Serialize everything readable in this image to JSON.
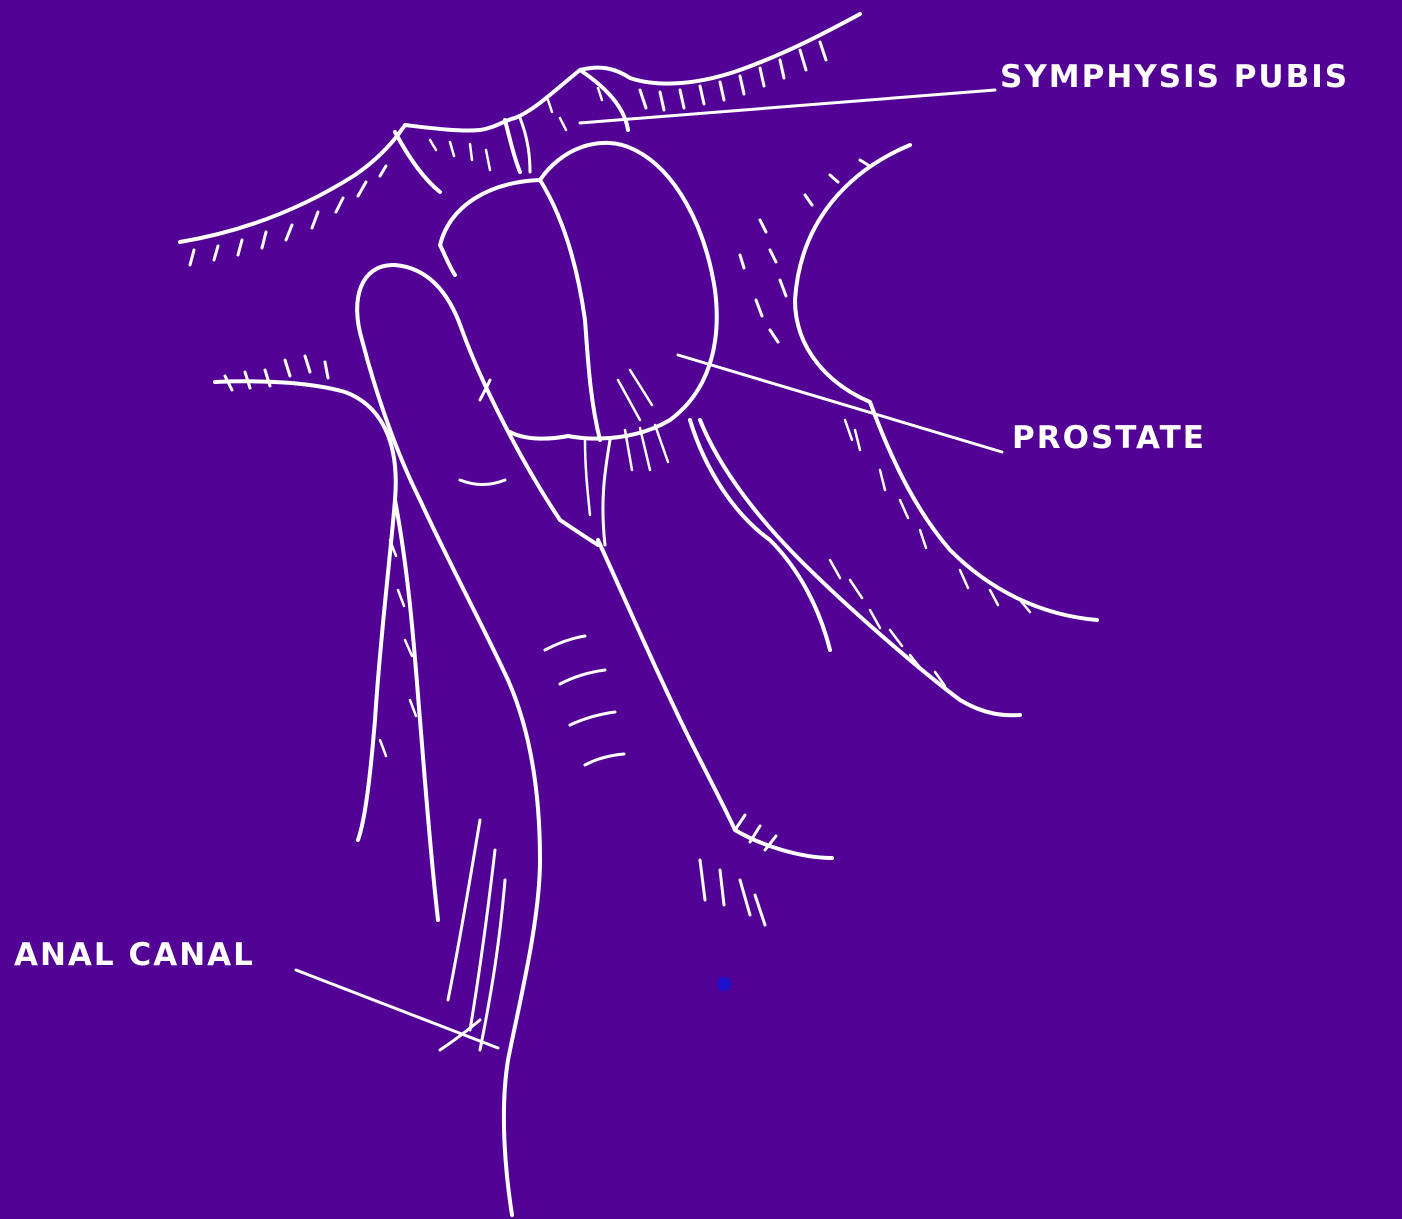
{
  "colors": {
    "background": "#520294",
    "ink": "#ffffff",
    "dot": "#1d10d0"
  },
  "labels": {
    "symphysis_pubis": "SYMPHYSIS PUBIS",
    "prostate": "PROSTATE",
    "anal_canal": "ANAL CANAL"
  }
}
